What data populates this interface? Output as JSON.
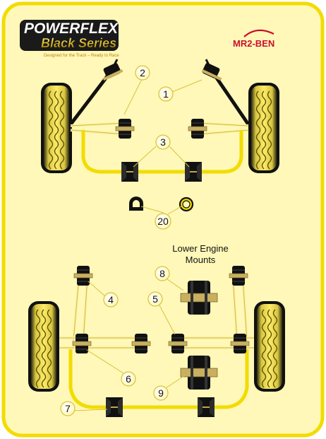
{
  "brand": {
    "name": "POWERFLEX",
    "series": "Black Series",
    "tagline": "Designed for the Track – Ready to Race"
  },
  "partner_logo": {
    "text": "MR2-BEN"
  },
  "callouts": {
    "c1": "1",
    "c2": "2",
    "c3": "3",
    "c4": "4",
    "c5": "5",
    "c6": "6",
    "c7": "7",
    "c8": "8",
    "c9": "9",
    "c20": "20"
  },
  "captions": {
    "lower_engine_line1": "Lower Engine",
    "lower_engine_line2": "Mounts"
  },
  "colors": {
    "background": "#fff8b8",
    "frame": "#f2dc00",
    "bushing": "#0f0f0f",
    "tyre_yellow": "#f3df55",
    "callout_fill": "#fffbd0"
  },
  "icons": {
    "wheel": "tyre-side-view",
    "shock": "coilover-strut",
    "bush": "polyurethane-bush"
  }
}
